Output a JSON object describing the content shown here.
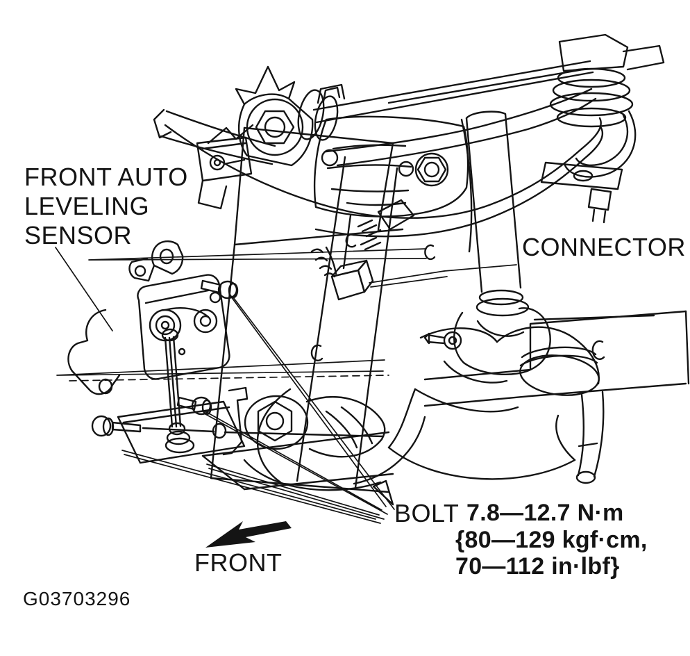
{
  "figure": {
    "code": "G03703296",
    "ink_color": "#141414",
    "background_color": "#ffffff"
  },
  "labels": {
    "sensor_line1": "FRONT AUTO",
    "sensor_line2": "LEVELING",
    "sensor_line3": "SENSOR",
    "connector": "CONNECTOR",
    "bolt": "BOLT",
    "torque_line1": "7.8—12.7 N·m",
    "torque_line2": "{80—129 kgf·cm,",
    "torque_line3": "70—112 in·lbf}",
    "front": "FRONT"
  }
}
